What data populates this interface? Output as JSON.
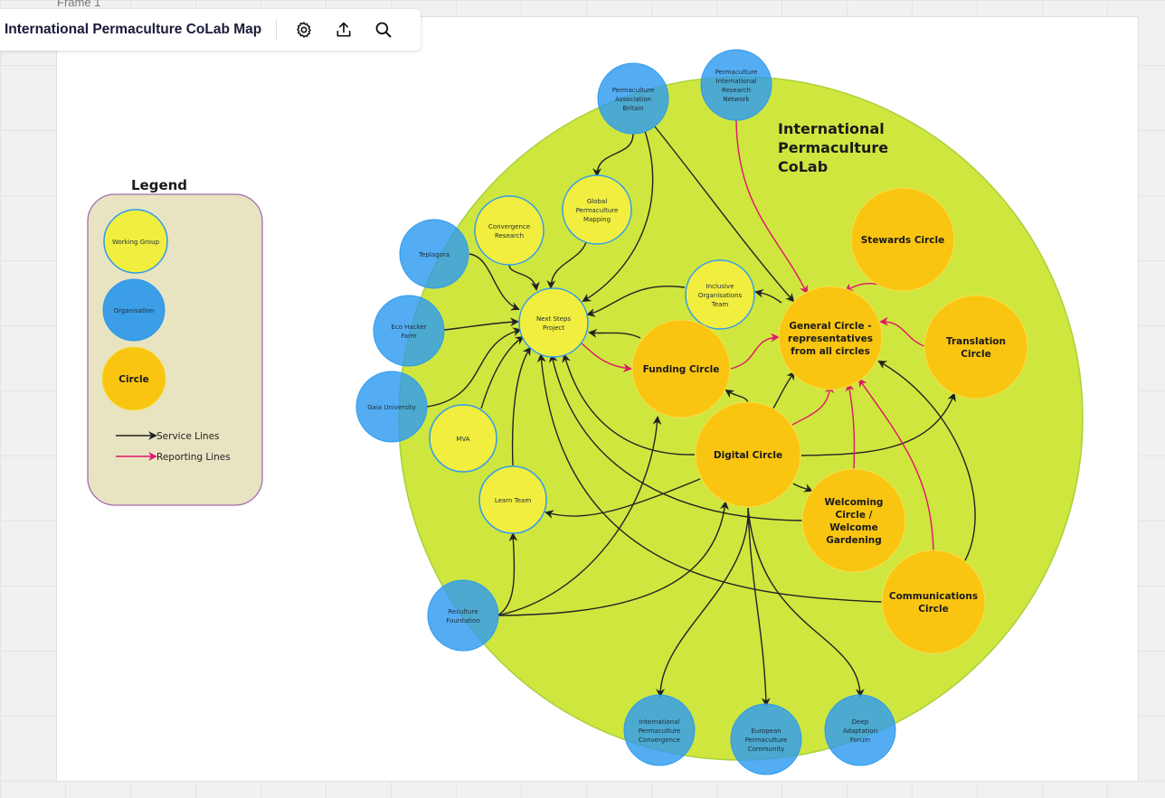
{
  "frame_label": "Frame 1",
  "toolbar": {
    "title": "International Permaculture CoLab Map",
    "icons": [
      "gear-icon",
      "upload-icon",
      "search-icon"
    ]
  },
  "colors": {
    "organisation": "#2e9bef",
    "working_group": "#f2ee3f",
    "circle": "#f9c511",
    "colab": "#c8e32d",
    "service": "#222222",
    "reporting": "#e0156b"
  },
  "legend": {
    "title": "Legend",
    "working_group": "Working Group",
    "organisation": "Organisation",
    "circle": "Circle",
    "service": "Service Lines",
    "reporting": "Reporting Lines"
  },
  "colab_title": [
    "International",
    "Permaculture",
    "CoLab"
  ],
  "nodes": {
    "pab": [
      "Permaculture",
      "Association",
      "Britain"
    ],
    "pirn": [
      "Permaculture",
      "International",
      "Research",
      "Network"
    ],
    "gpm": [
      "Global",
      "Permaculture",
      "Mapping"
    ],
    "conv": [
      "Convergence",
      "Research"
    ],
    "tep": [
      "Teplagora"
    ],
    "nsp": [
      "Next Steps",
      "Project"
    ],
    "eco": [
      "Eco Hacker",
      "Farm"
    ],
    "gaia": [
      "Gaia University"
    ],
    "mva": [
      "MVA"
    ],
    "learn": [
      "Learn Team"
    ],
    "recul": [
      "Reculture",
      "Fountation"
    ],
    "incl": [
      "Inclusive",
      "Organisations",
      "Team"
    ],
    "fund": [
      "Funding Circle"
    ],
    "gen": [
      "General Circle -",
      "representatives",
      "from all circles"
    ],
    "stew": [
      "Stewards Circle"
    ],
    "trans": [
      "Translation",
      "Circle"
    ],
    "dig": [
      "Digital Circle"
    ],
    "welc": [
      "Welcoming",
      "Circle /",
      "Welcome",
      "Gardening"
    ],
    "comm": [
      "Communications",
      "Circle"
    ],
    "ipc": [
      "International",
      "Permaculture",
      "Convergence"
    ],
    "epc": [
      "European",
      "Permaculture",
      "Community"
    ],
    "daf": [
      "Deep",
      "Adaptation",
      "Forum"
    ]
  }
}
